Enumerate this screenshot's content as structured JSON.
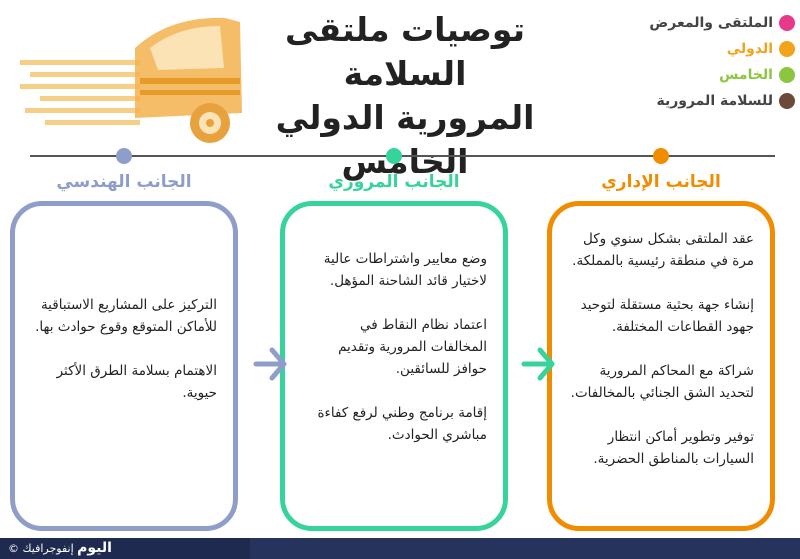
{
  "title": {
    "line1": "توصيات ملتقى السلامة",
    "line2": "المرورية الدولي الخامس"
  },
  "logo": {
    "lines": [
      "الملتقى والمعرض",
      "الدولي",
      "الخامس",
      "للسلامة المرورية"
    ],
    "colors": [
      "#e8388a",
      "#f2a31c",
      "#8cc63f",
      "#6b4a3a"
    ]
  },
  "columns": [
    {
      "heading": "الجانب الإداري",
      "color": "#f08c00",
      "items": [
        "عقد الملتقى بشكل سنوي وكل مرة في منطقة رئيسية بالمملكة.",
        "إنشاء جهة بحثية مستقلة لتوحيد جهود القطاعات المختلفة.",
        "شراكة مع المحاكم المرورية لتحديد الشق الجنائي بالمخالفات.",
        "توفير وتطوير أماكن انتظار السيارات بالمناطق الحضرية."
      ]
    },
    {
      "heading": "الجانب المروري",
      "color": "#36d39a",
      "items": [
        "وضع معايير واشتراطات عالية لاختيار قائد الشاحنة المؤهل.",
        "اعتماد نظام النقاط في المخالفات المرورية وتقديم حوافز للسائقين.",
        "إقامة برنامج وطني لرفع كفاءة مباشري الحوادث."
      ]
    },
    {
      "heading": "الجانب الهندسي",
      "color": "#8f9dc9",
      "items": [
        "التركيز على المشاريع الاستباقية للأماكن المتوقع وقوع حوادث بها.",
        "الاهتمام بسلامة الطرق الأكثر حيوية."
      ]
    }
  ],
  "footer": {
    "credit": "إنفوجرافيك ©",
    "brand": "اليوم"
  },
  "icons": {
    "truck": "truck-illustration-icon",
    "arrow": "chevron-left-icon"
  }
}
